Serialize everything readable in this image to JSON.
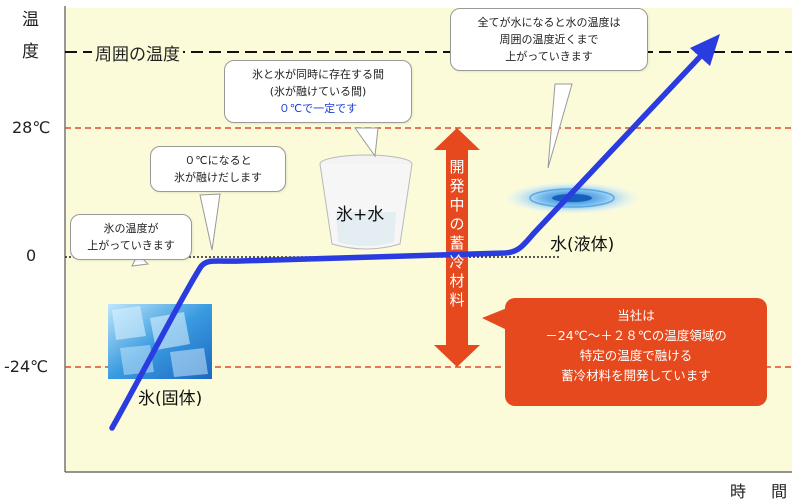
{
  "axes": {
    "y_label": [
      "温",
      "度"
    ],
    "x_label": "時 間",
    "ticks": [
      {
        "label": "28℃",
        "value": 28
      },
      {
        "label": "0",
        "value": 0
      },
      {
        "label": "-24℃",
        "value": -24
      }
    ],
    "ambient_label": "周囲の温度"
  },
  "states": {
    "solid": "氷(固体)",
    "mixed": "氷+水",
    "liquid": "水(液体)"
  },
  "callouts": {
    "rising": [
      "氷の温度が",
      "上がっていきます"
    ],
    "melting_start": [
      "０℃になると",
      "氷が融けだします"
    ],
    "coexist": [
      "氷と水が同時に存在する間",
      "(氷が融けている間)",
      "０℃で一定です"
    ],
    "liquid": [
      "全てが水になると水の温度は",
      "周囲の温度近くまで",
      "上がっていきます"
    ]
  },
  "development_arrow": [
    "開",
    "発",
    "中",
    "の",
    "蓄",
    "冷",
    "材",
    "料"
  ],
  "company_box": [
    "当社は",
    "－24℃～＋２８℃の温度領域の",
    "特定の温度で融ける",
    "蓄冷材料を開発しています"
  ],
  "colors": {
    "background": "#fbfbd9",
    "curve": "#2a3ce0",
    "red_lines": "#e04a2a",
    "arrow": "#e5491d",
    "text_blue": "#1a3fd6"
  }
}
